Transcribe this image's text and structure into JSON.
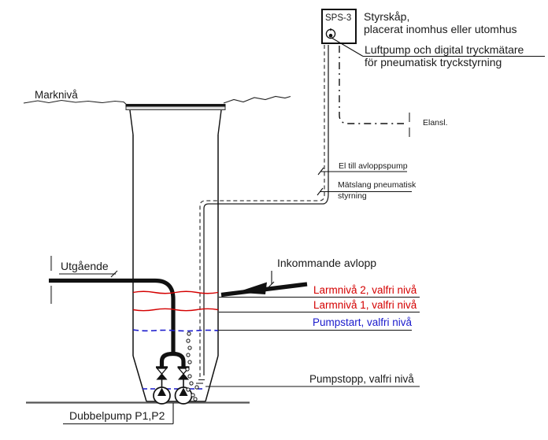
{
  "diagram": {
    "title_hint": "Pump station schematic",
    "control_box": {
      "label": "SPS-3"
    },
    "labels": {
      "styrskap_line1": "Styrskåp,",
      "styrskap_line2": "placerat inomhus eller utomhus",
      "luftpump_line1": "Luftpump och digital tryckmätare",
      "luftpump_line2": "för pneumatisk tryckstyrning",
      "elansl": "Elansl.",
      "el_till_avloppspump": "El till avloppspump",
      "matslang_line1": "Mätslang pneumatisk",
      "matslang_line2": "styrning",
      "markniva": "Marknivå",
      "utgaende": "Utgående",
      "inkommande_avlopp": "Inkommande avlopp",
      "larmniva2": "Larmnivå 2, valfri nivå",
      "larmniva1": "Larmnivå 1, valfri nivå",
      "pumpstart": "Pumpstart, valfri nivå",
      "pumpstopp": "Pumpstopp, valfri nivå",
      "dubbelpump": "Dubbelpump P1,P2"
    },
    "colors": {
      "alarm_level": "#d40000",
      "pump_level": "#1a1acc",
      "line": "#1a1a1a",
      "ground": "#555555"
    }
  }
}
